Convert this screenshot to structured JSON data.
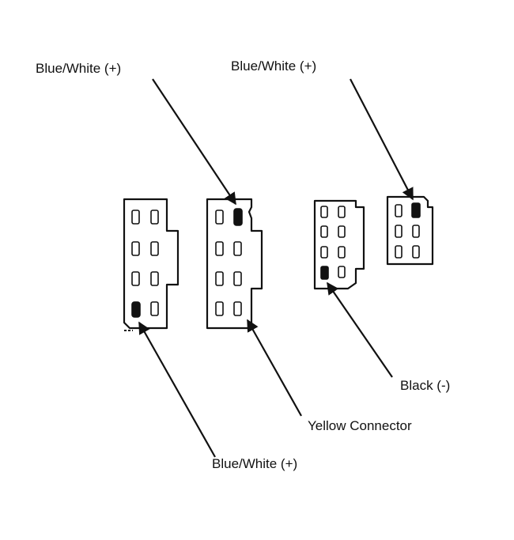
{
  "labels": {
    "top_left": "Blue/White (+)",
    "top_right": "Blue/White (+)",
    "black": "Black (-)",
    "yellow": "Yellow Connector",
    "bottom": "Blue/White (+)"
  },
  "connectors": [
    {
      "name": "connector-1",
      "pins": 8,
      "highlighted_pin": "bottom-left"
    },
    {
      "name": "connector-2-yellow",
      "pins": 8,
      "highlighted_pin": "top-right"
    },
    {
      "name": "connector-3",
      "pins": 8,
      "highlighted_pin": "bottom-left"
    },
    {
      "name": "connector-4",
      "pins": 6,
      "highlighted_pin": "top-right"
    }
  ]
}
